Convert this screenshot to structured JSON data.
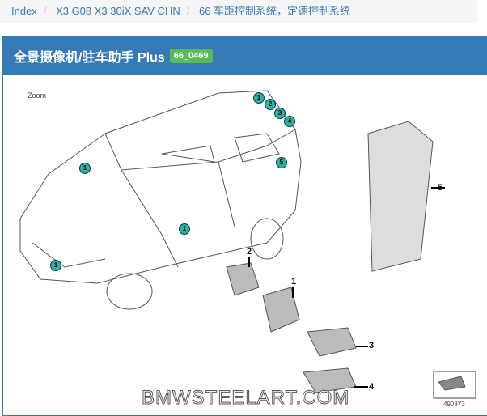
{
  "breadcrumb": [
    "Index",
    "X3 G08 X3 30iX SAV CHN",
    "66 车距控制系统，定速控制系统"
  ],
  "panel": {
    "title": "全景摄像机/驻车助手 Plus",
    "code": "66_0469"
  },
  "diagram": {
    "zoom_label": "Zoom",
    "diagram_number": "490373",
    "watermark": "BMWSTEELART.COM",
    "hotspots": [
      "1",
      "2",
      "3",
      "4",
      "5",
      "1",
      "1",
      "1"
    ],
    "part_labels": [
      "1",
      "2",
      "3",
      "4",
      "5"
    ]
  }
}
